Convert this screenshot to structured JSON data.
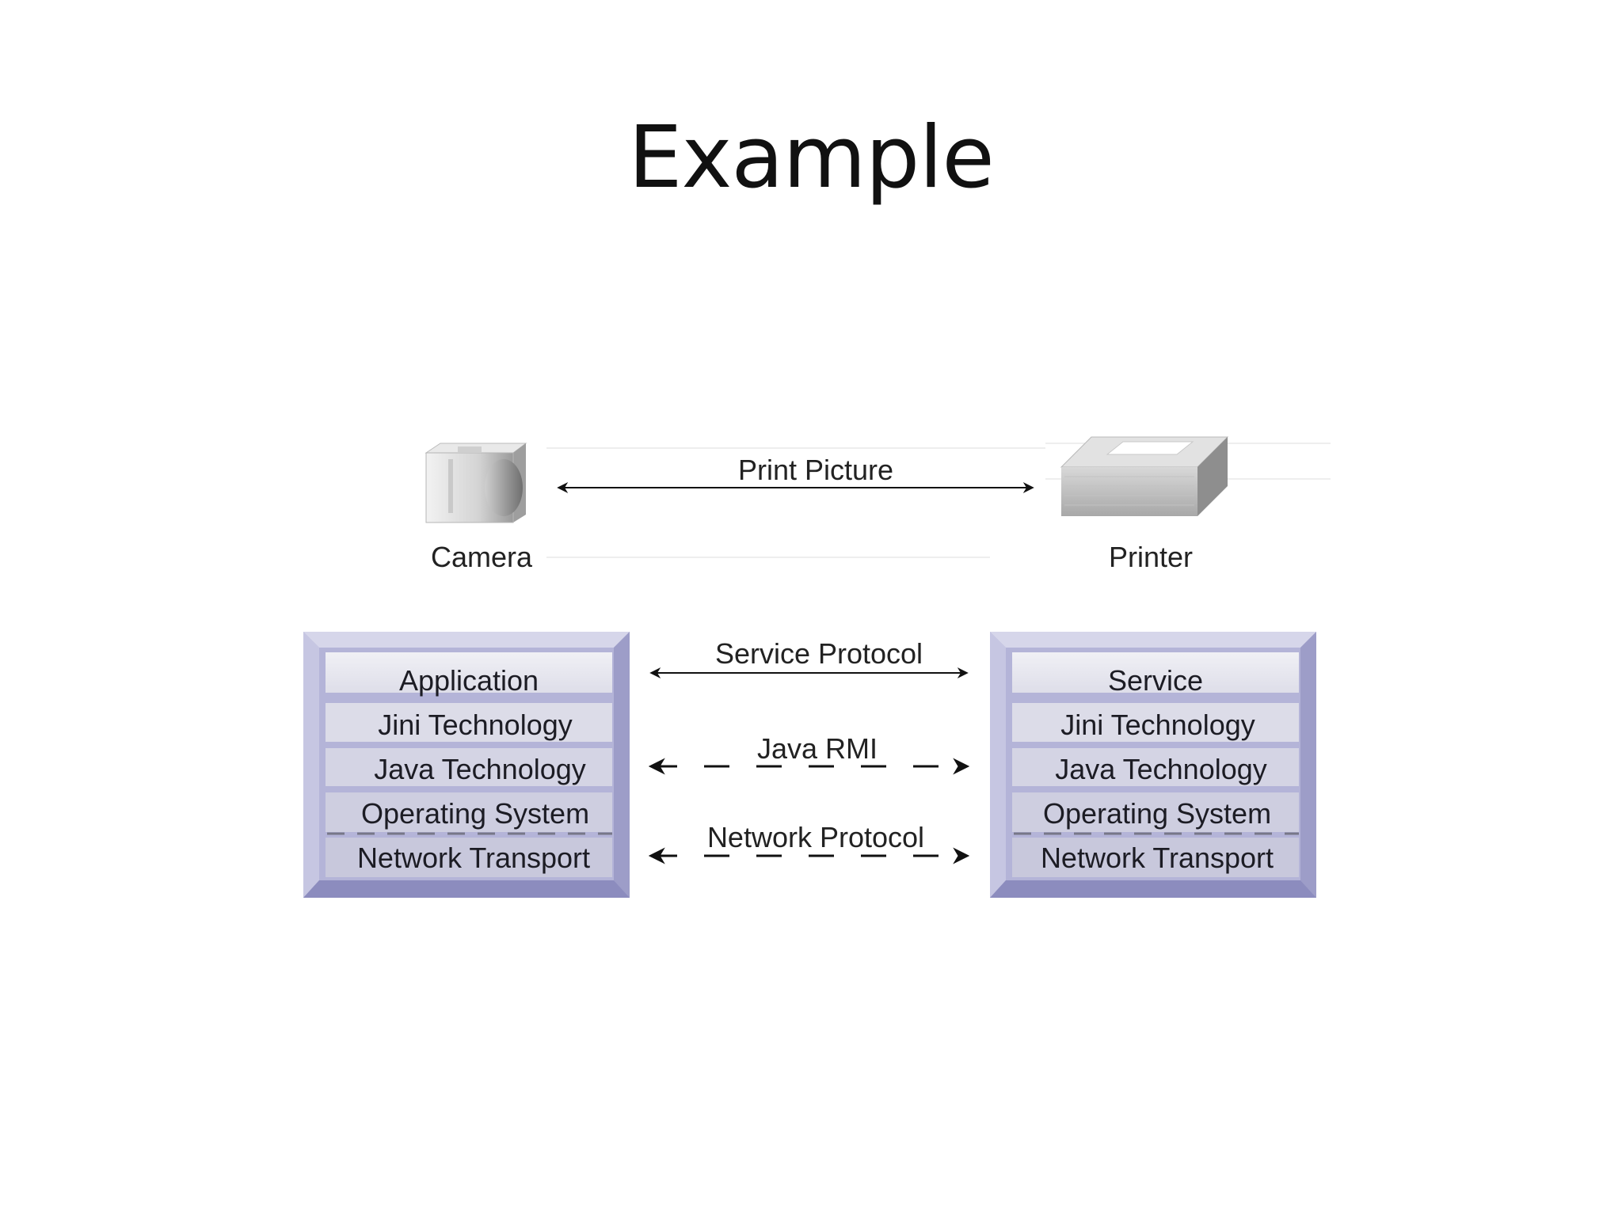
{
  "slide": {
    "title": "Example"
  },
  "devices": {
    "camera_label": "Camera",
    "printer_label": "Printer",
    "camera_icon": "camera-icon",
    "printer_icon": "printer-icon"
  },
  "links": {
    "print_picture": "Print Picture",
    "service_protocol": "Service Protocol",
    "java_rmi": "Java RMI",
    "network_protocol": "Network Protocol"
  },
  "camera_stack": {
    "layers": [
      "Application",
      "Jini Technology",
      "Java Technology",
      "Operating System",
      "Network Transport"
    ]
  },
  "printer_stack": {
    "layers": [
      "Service",
      "Jini Technology",
      "Java Technology",
      "Operating System",
      "Network Transport"
    ]
  },
  "colors": {
    "stack_frame": "#b4b4d8",
    "stack_layer": "#e6e6ef",
    "arrow": "#111111"
  }
}
